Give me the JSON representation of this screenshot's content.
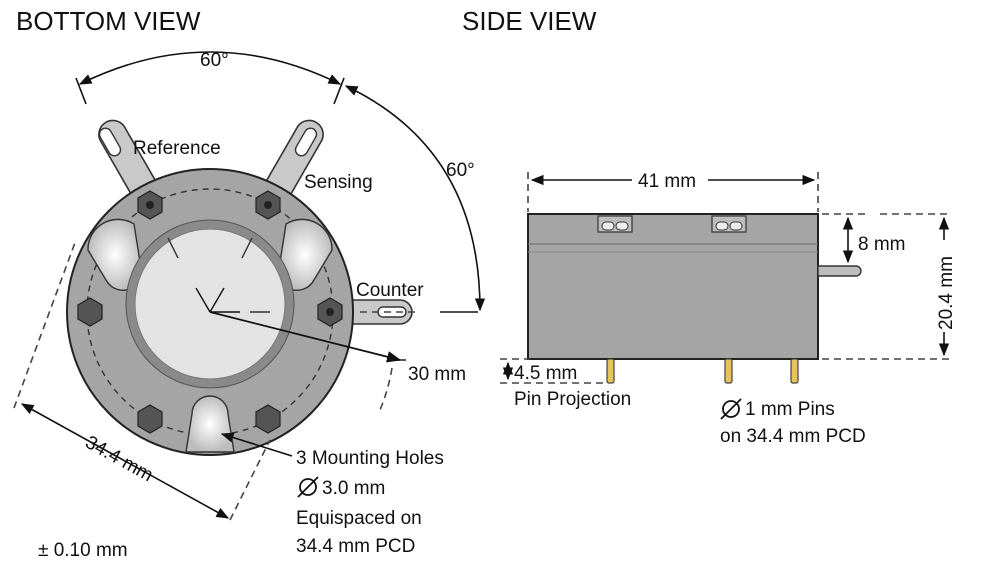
{
  "titles": {
    "bottom": "BOTTOM VIEW",
    "side": "SIDE VIEW"
  },
  "bottom": {
    "angle_top": "60°",
    "angle_right": "60°",
    "reference": "Reference",
    "sensing": "Sensing",
    "counter": "Counter",
    "radius": "30 mm",
    "diameter": "34.4 mm",
    "holes_1": "3 Mounting Holes",
    "holes_2": "3.0 mm",
    "holes_3": "Equispaced on",
    "holes_4": "34.4 mm PCD"
  },
  "side": {
    "width": "41 mm",
    "height": "20.4 mm",
    "tab": "8 mm",
    "pin_len": "4.5 mm",
    "pin_proj": "Pin Projection",
    "pins_1": "1 mm Pins",
    "pins_2": "on 34.4 mm PCD"
  },
  "tolerance": "± 0.10 mm",
  "colors": {
    "body": "#a5a5a5",
    "face": "#e3e3e3",
    "ring": "#8a8a8a",
    "hex": "#555555",
    "pin": "#e8c25a"
  }
}
